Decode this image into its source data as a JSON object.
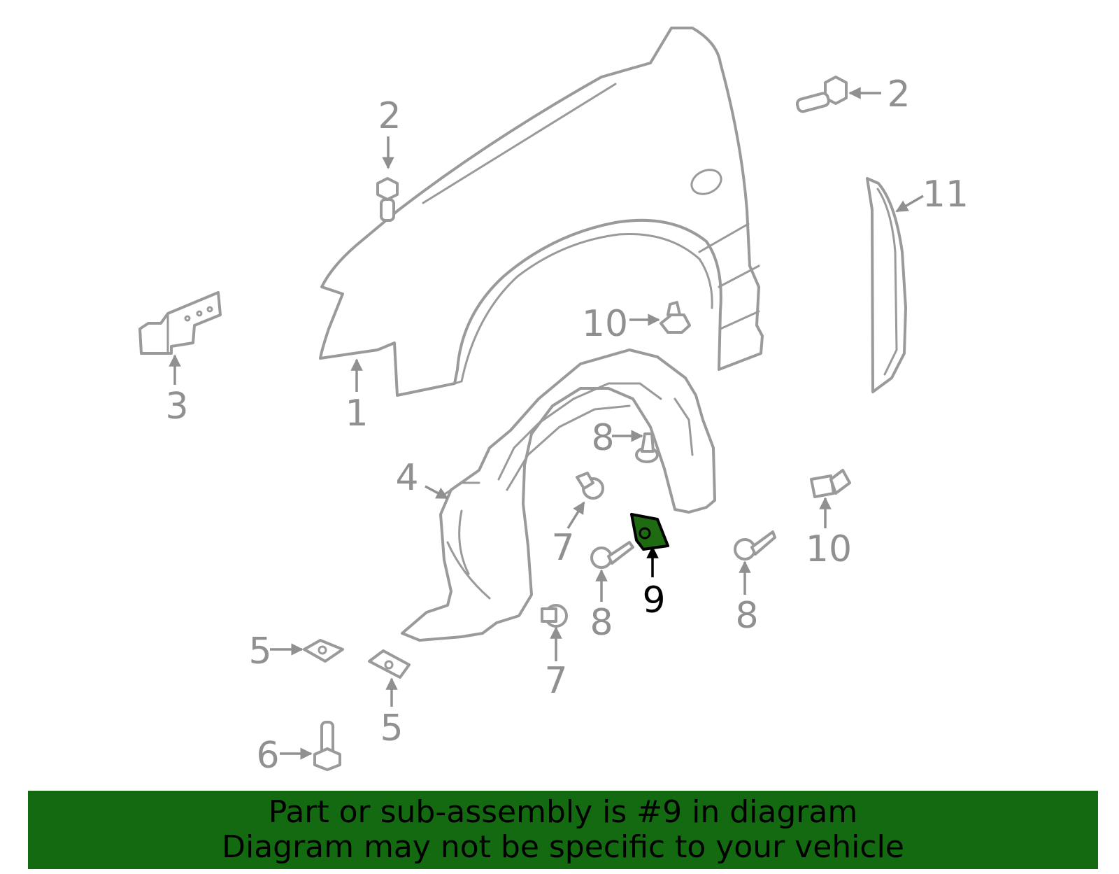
{
  "diagram": {
    "highlight_color": "#146a10",
    "callouts": {
      "c1": "1",
      "c2a": "2",
      "c2b": "2",
      "c3": "3",
      "c4": "4",
      "c5a": "5",
      "c5b": "5",
      "c6": "6",
      "c7a": "7",
      "c7b": "7",
      "c8a": "8",
      "c8b": "8",
      "c8c": "8",
      "c9": "9",
      "c10a": "10",
      "c10b": "10",
      "c11": "11"
    }
  },
  "banner": {
    "line1": "Part or sub-assembly is #9 in diagram",
    "line2": "Diagram may not be specific to your vehicle"
  }
}
